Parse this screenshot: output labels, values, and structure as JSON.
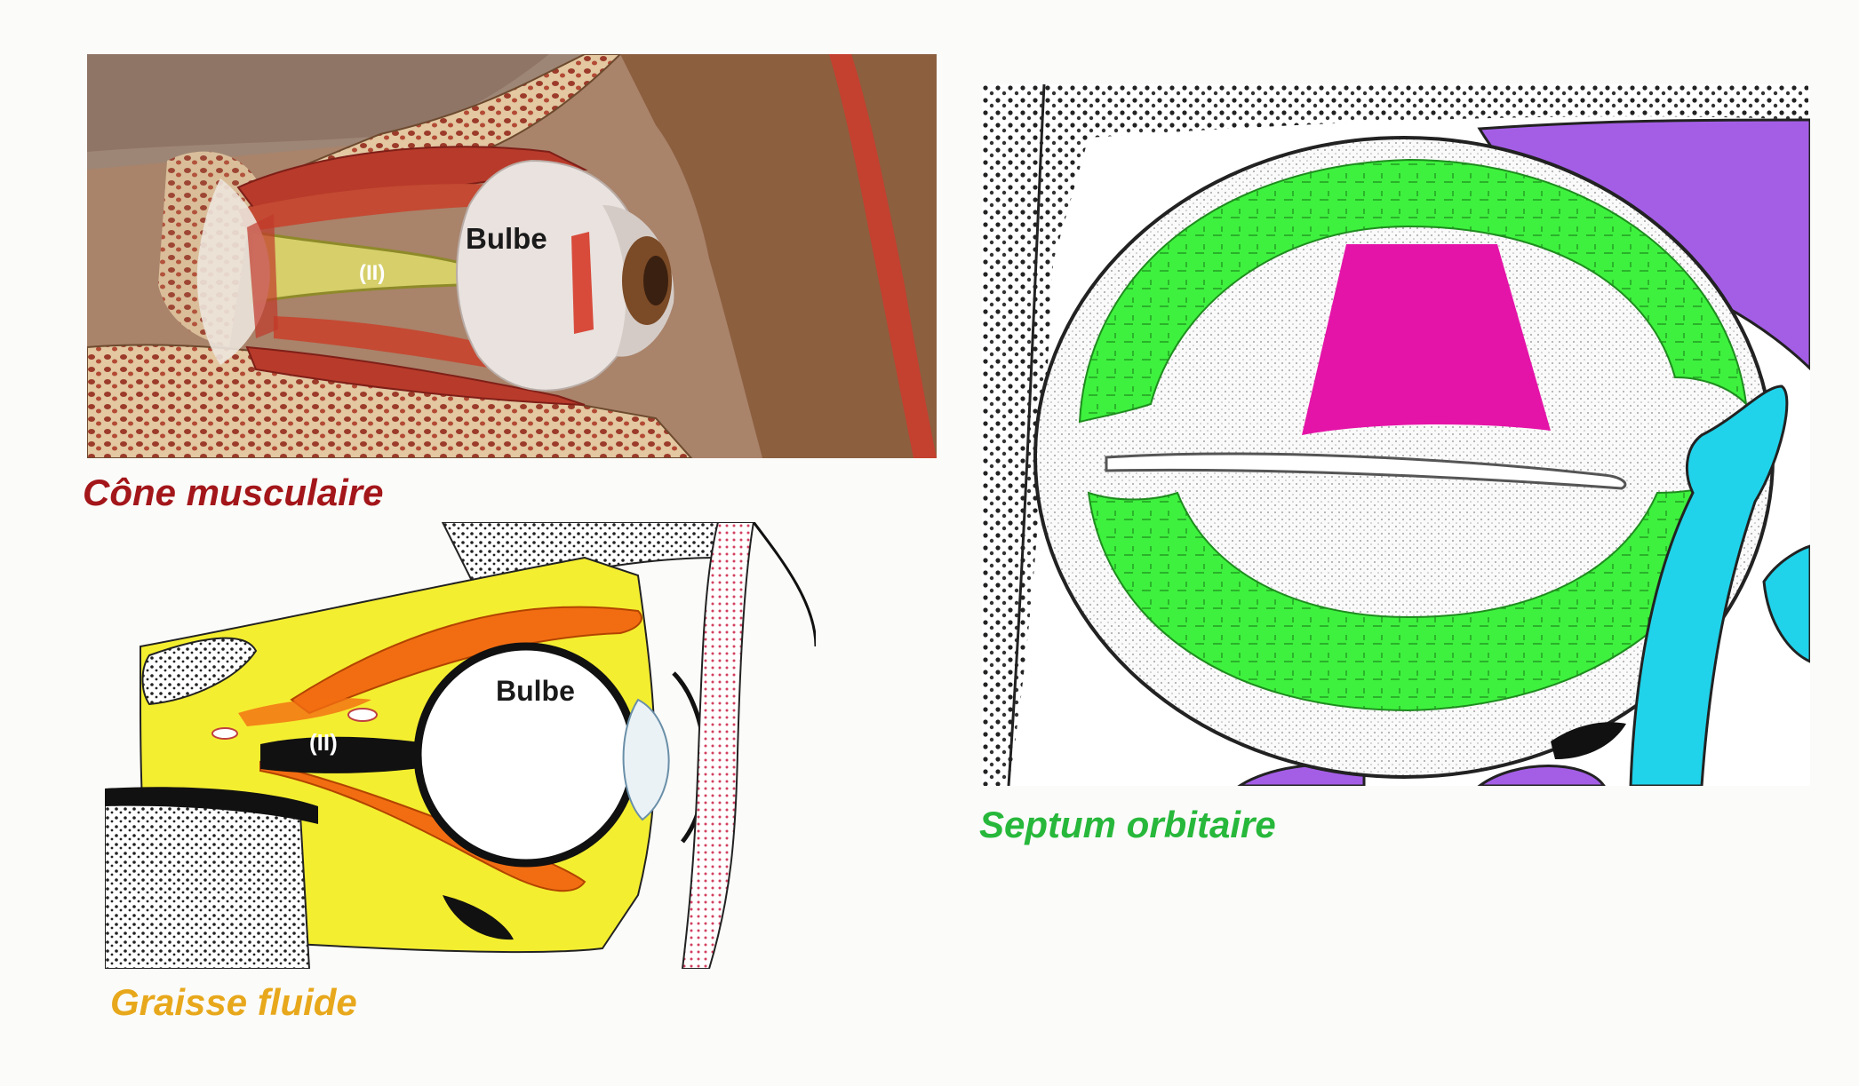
{
  "captions": {
    "cone": "Cône musculaire",
    "graisse": "Graisse fluide",
    "septum": "Septum orbitaire"
  },
  "labels": {
    "bulbe_top": "Bulbe",
    "nerve_top": "(II)",
    "bulbe_bottom": "Bulbe",
    "nerve_bottom": "(II)"
  },
  "colors": {
    "cone": "#a3161a",
    "graisse": "#e8a81c",
    "septum": "#27b83b",
    "fat_yellow": "#f4ee30",
    "muscle_orange": "#f26d12",
    "septum_green": "#3ef13e",
    "magenta": "#e514a8",
    "purple": "#a45ee6",
    "cyan": "#20d3ea"
  }
}
